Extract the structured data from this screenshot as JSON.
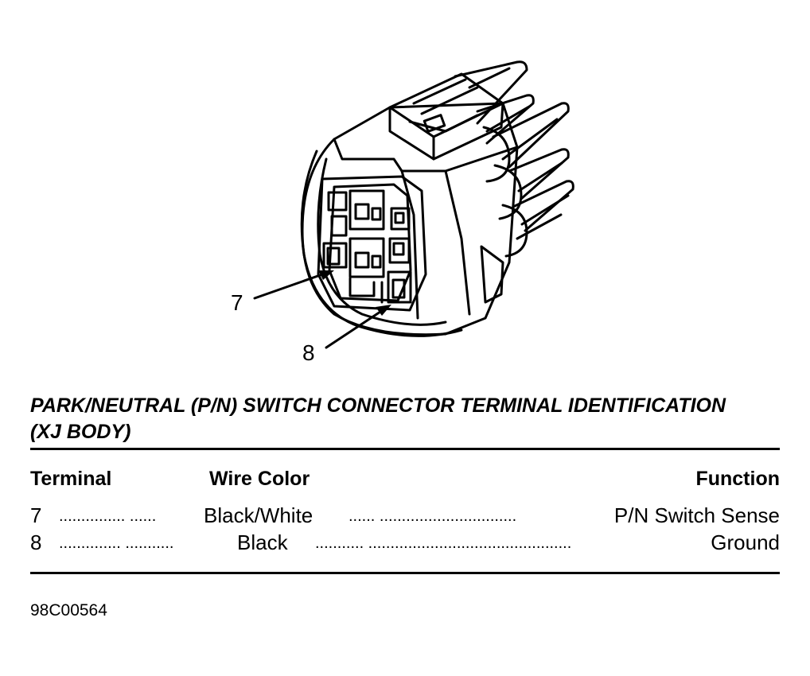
{
  "title_line1": "PARK/NEUTRAL (P/N) SWITCH CONNECTOR TERMINAL IDENTIFICATION",
  "title_line2": "(XJ BODY)",
  "callouts": [
    "7",
    "8"
  ],
  "table": {
    "headers": {
      "terminal": "Terminal",
      "wire_color": "Wire Color",
      "function": "Function"
    },
    "rows": [
      {
        "terminal": "7",
        "wire_color": "Black/White",
        "function": "P/N Switch Sense"
      },
      {
        "terminal": "8",
        "wire_color": "Black",
        "function": "Ground"
      }
    ]
  },
  "figure_code": "98C00564"
}
